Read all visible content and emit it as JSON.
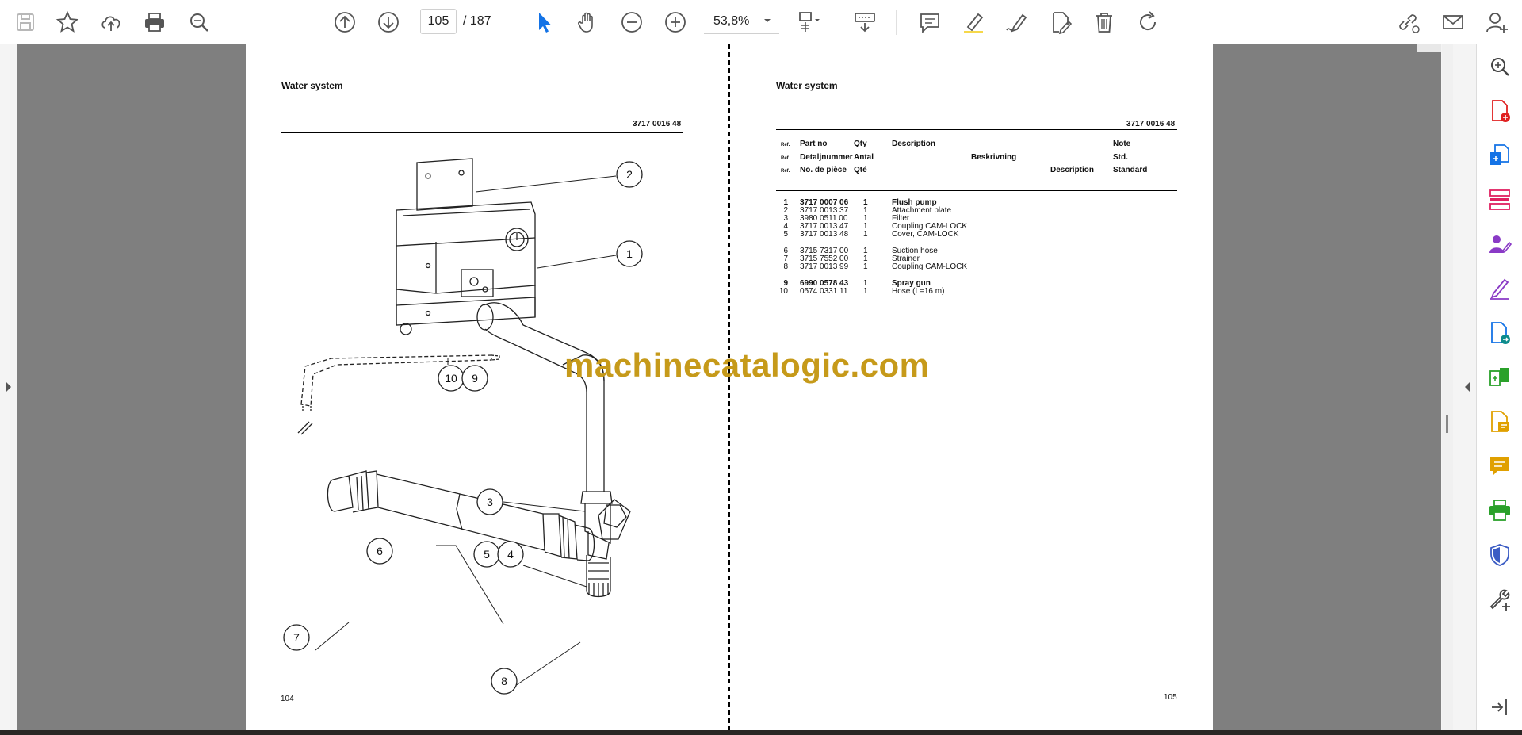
{
  "toolbar": {
    "current_page": "105",
    "page_total": "/ 187",
    "zoom": "53,8%",
    "icons": [
      "save-icon",
      "star-icon",
      "cloud-upload-icon",
      "print-icon",
      "zoom-search-icon",
      "arrow-up-circle-icon",
      "arrow-down-circle-icon",
      "select-cursor-icon",
      "hand-icon",
      "zoom-out-icon",
      "zoom-in-icon",
      "fit-page-icon",
      "scroll-mode-icon",
      "comment-icon",
      "highlight-icon",
      "draw-icon",
      "fill-sign-icon",
      "delete-icon",
      "rotate-icon",
      "share-link-icon",
      "email-icon",
      "account-icon"
    ]
  },
  "left_page": {
    "title": "Water system",
    "code": "3717 0016 48",
    "page_number": "104",
    "callouts": [
      "1",
      "2",
      "3",
      "4",
      "5",
      "6",
      "7",
      "8",
      "9",
      "10"
    ]
  },
  "right_page": {
    "title": "Water system",
    "code": "3717 0016 48",
    "page_number": "105",
    "headers": {
      "ref": "Ref.",
      "row1": {
        "part": "Part no",
        "qty": "Qty",
        "desc": "Description",
        "note": "Note"
      },
      "row2": {
        "part": "Detaljnummer",
        "qty": "Antal",
        "desc": "Beskrivning",
        "note": "Std."
      },
      "row3": {
        "part": "No. de pièce",
        "qty": "Qté",
        "desc": "Description",
        "note": "Standard"
      }
    },
    "parts": [
      {
        "ref": "1",
        "part": "3717 0007 06",
        "qty": "1",
        "desc": "Flush pump",
        "bold": true
      },
      {
        "ref": "2",
        "part": "3717 0013 37",
        "qty": "1",
        "desc": "Attachment plate"
      },
      {
        "ref": "3",
        "part": "3980 0511 00",
        "qty": "1",
        "desc": "Filter"
      },
      {
        "ref": "4",
        "part": "3717 0013 47",
        "qty": "1",
        "desc": "Coupling CAM-LOCK"
      },
      {
        "ref": "5",
        "part": "3717 0013 48",
        "qty": "1",
        "desc": "Cover, CAM-LOCK"
      },
      {
        "ref": "6",
        "part": "3715 7317 00",
        "qty": "1",
        "desc": "Suction hose"
      },
      {
        "ref": "7",
        "part": "3715 7552 00",
        "qty": "1",
        "desc": "Strainer"
      },
      {
        "ref": "8",
        "part": "3717 0013 99",
        "qty": "1",
        "desc": "Coupling CAM-LOCK"
      },
      {
        "ref": "9",
        "part": "6990 0578 43",
        "qty": "1",
        "desc": "Spray gun",
        "bold": true
      },
      {
        "ref": "10",
        "part": "0574 0331 11",
        "qty": "1",
        "desc": "Hose (L=16 m)"
      }
    ]
  },
  "watermark": "machinecatalogic.com",
  "sidebar_icons": [
    "zoom-search-icon",
    "export-pdf-icon",
    "create-pdf-icon",
    "organize-pages-icon",
    "request-signature-icon",
    "fill-sign-icon",
    "export-file-icon",
    "compare-icon",
    "scan-icon",
    "comment-icon",
    "print-production-icon",
    "protect-icon",
    "more-tools-icon",
    "collapse-panel-icon"
  ]
}
